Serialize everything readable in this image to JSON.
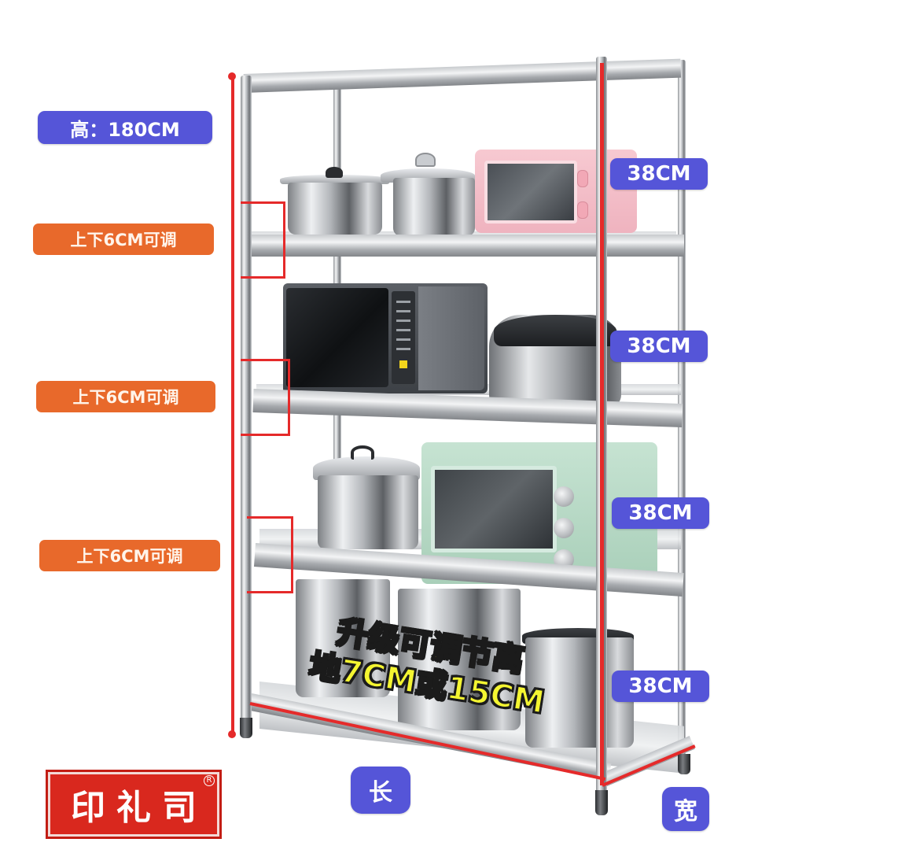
{
  "image": {
    "subject": "stainless steel 5-tier kitchen storage shelf with appliances",
    "background_color": "#ffffff"
  },
  "labels": {
    "height": "高：180CM",
    "adjustable": [
      "上下6CM可调",
      "上下6CM可调",
      "上下6CM可调"
    ],
    "tier_spacing": [
      "38CM",
      "38CM",
      "38CM",
      "38CM"
    ],
    "length": "长",
    "width": "宽",
    "promo_line1": "升级可调节离",
    "promo_line2": "地7CM或15CM"
  },
  "brand": {
    "name": "印礼司",
    "registered_mark": "R",
    "color": "#d9281e"
  },
  "colors": {
    "blue_badge": "#5555d8",
    "orange_badge": "#e8692b",
    "dimension_line": "#e52a2a",
    "promo_text": "#f4f531"
  },
  "shelf_items": {
    "tier1": [
      "stock-pot",
      "lidded-pot",
      "pink-toaster-oven"
    ],
    "tier2": [
      "microwave",
      "rice-cooker"
    ],
    "tier3": [
      "steamer-pot",
      "mint-green-oven"
    ],
    "tier4": [
      "large-stock-pot",
      "large-stock-pot",
      "stock-pot-with-lid"
    ]
  }
}
